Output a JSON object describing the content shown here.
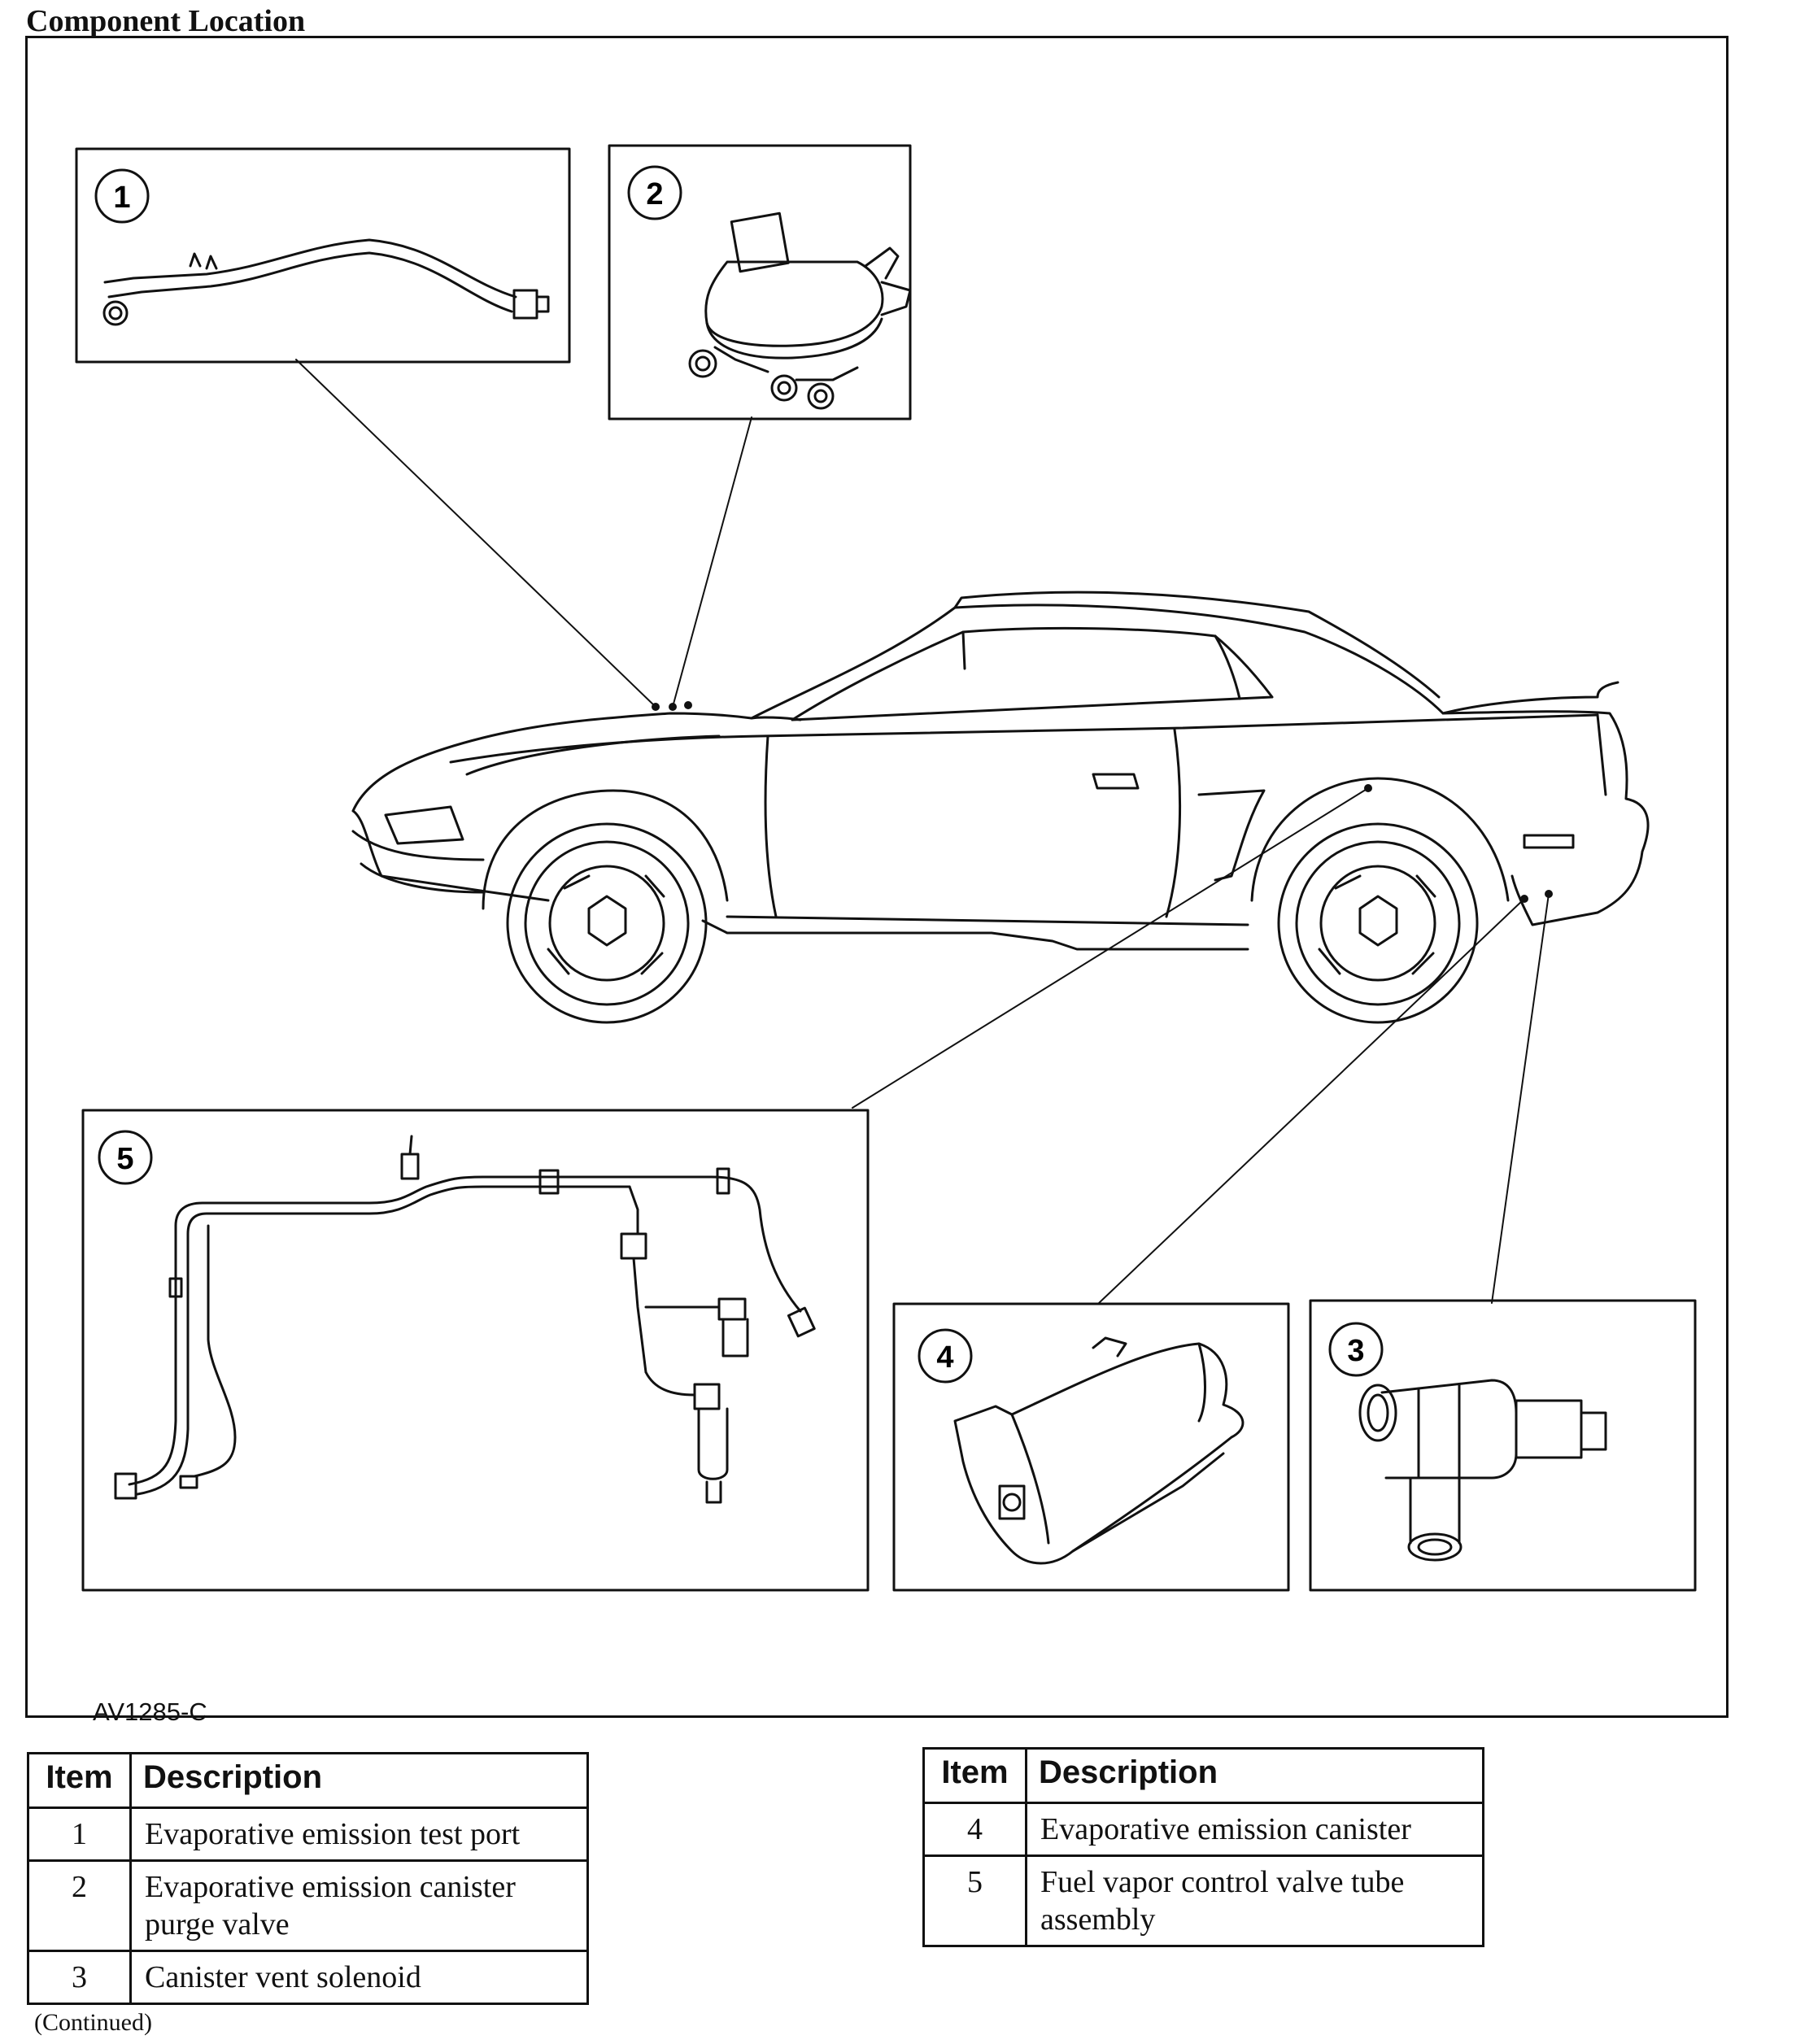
{
  "heading": "Component Location",
  "figure_code": "AV1285-C",
  "callouts": {
    "c1": "1",
    "c2": "2",
    "c3": "3",
    "c4": "4",
    "c5": "5"
  },
  "table_left": {
    "headers": {
      "item": "Item",
      "description": "Description"
    },
    "rows": [
      {
        "item": "1",
        "description": "Evaporative emission test port"
      },
      {
        "item": "2",
        "description": "Evaporative emission canister purge valve"
      },
      {
        "item": "3",
        "description": "Canister vent solenoid"
      }
    ]
  },
  "table_right": {
    "headers": {
      "item": "Item",
      "description": "Description"
    },
    "rows": [
      {
        "item": "4",
        "description": "Evaporative emission canister"
      },
      {
        "item": "5",
        "description": "Fuel vapor control valve tube assembly"
      }
    ]
  },
  "continued": "(Continued)"
}
